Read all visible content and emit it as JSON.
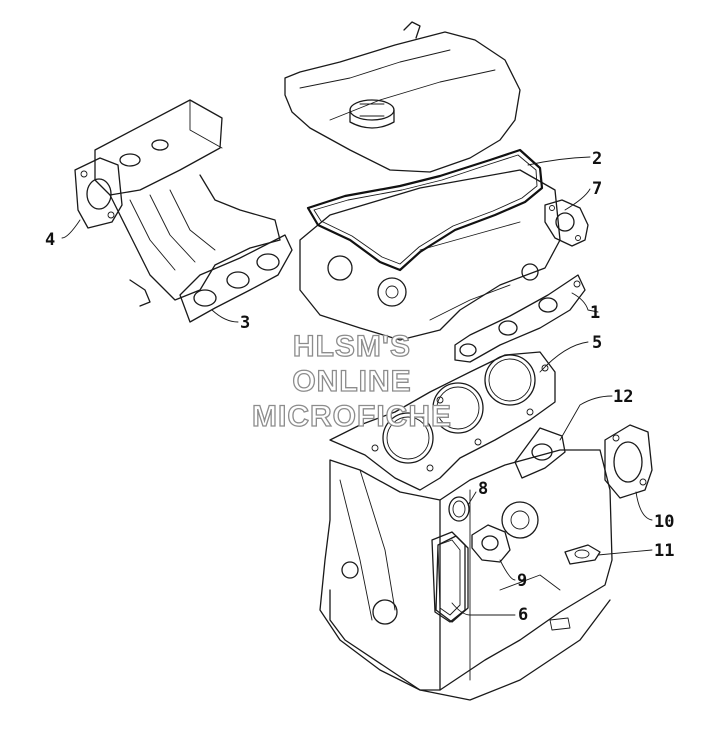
{
  "watermark": {
    "lines": [
      "HLSM'S",
      "ONLINE",
      "MICROFICHE"
    ]
  },
  "callouts": {
    "c1": "1",
    "c2": "2",
    "c3": "3",
    "c4": "4",
    "c5": "5",
    "c6": "6",
    "c7": "7",
    "c8": "8",
    "c9": "9",
    "c10": "10",
    "c11": "11",
    "c12": "12"
  }
}
